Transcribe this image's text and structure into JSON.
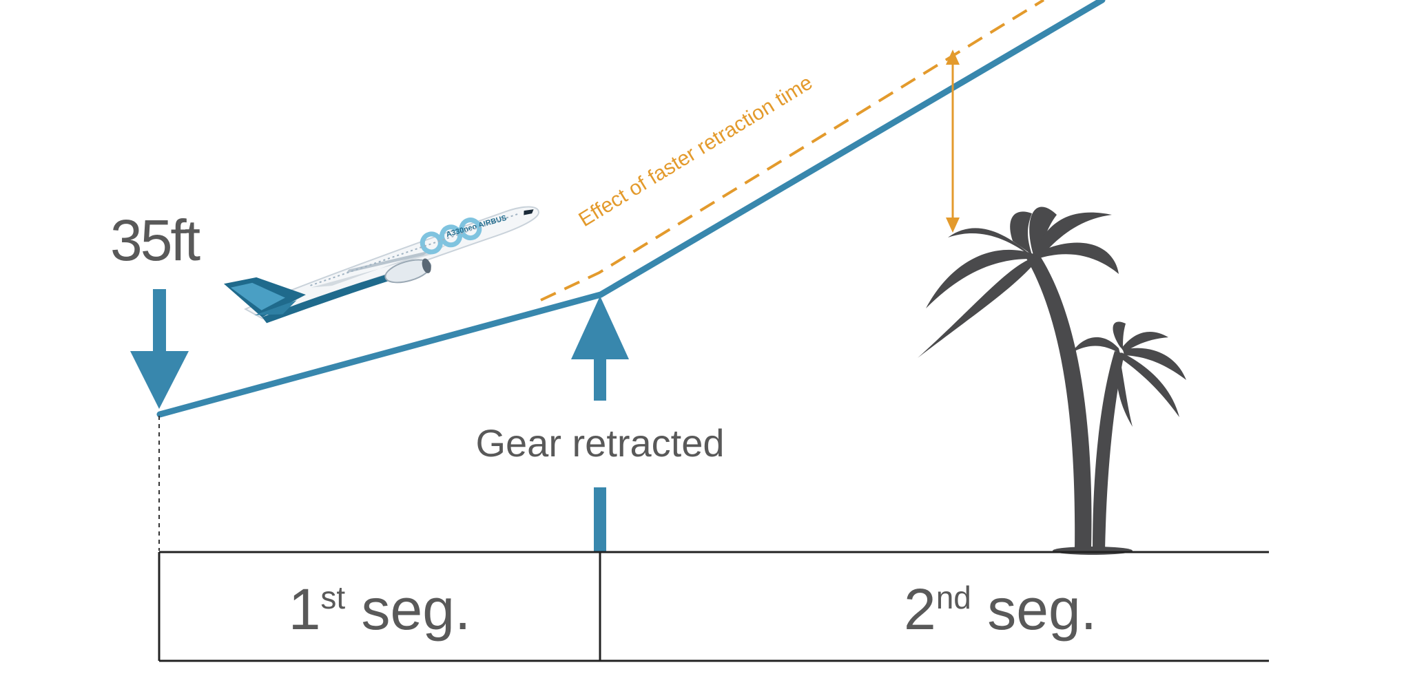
{
  "labels": {
    "altitude": "35ft",
    "gear": "Gear retracted",
    "annotation": "Effect of faster retraction time",
    "airplane_livery": "A330neo AIRBUS"
  },
  "segments": [
    {
      "number": "1",
      "suffix": "st",
      "word": " seg."
    },
    {
      "number": "2",
      "suffix": "nd",
      "word": " seg."
    }
  ],
  "colors": {
    "flight_path": "#3887AD",
    "annotation": "#E39A2C",
    "text": "#595959",
    "palm": "#4A4A4C",
    "table_line": "#222222"
  },
  "icons": [
    "airplane-icon",
    "palm-tree-icon"
  ]
}
